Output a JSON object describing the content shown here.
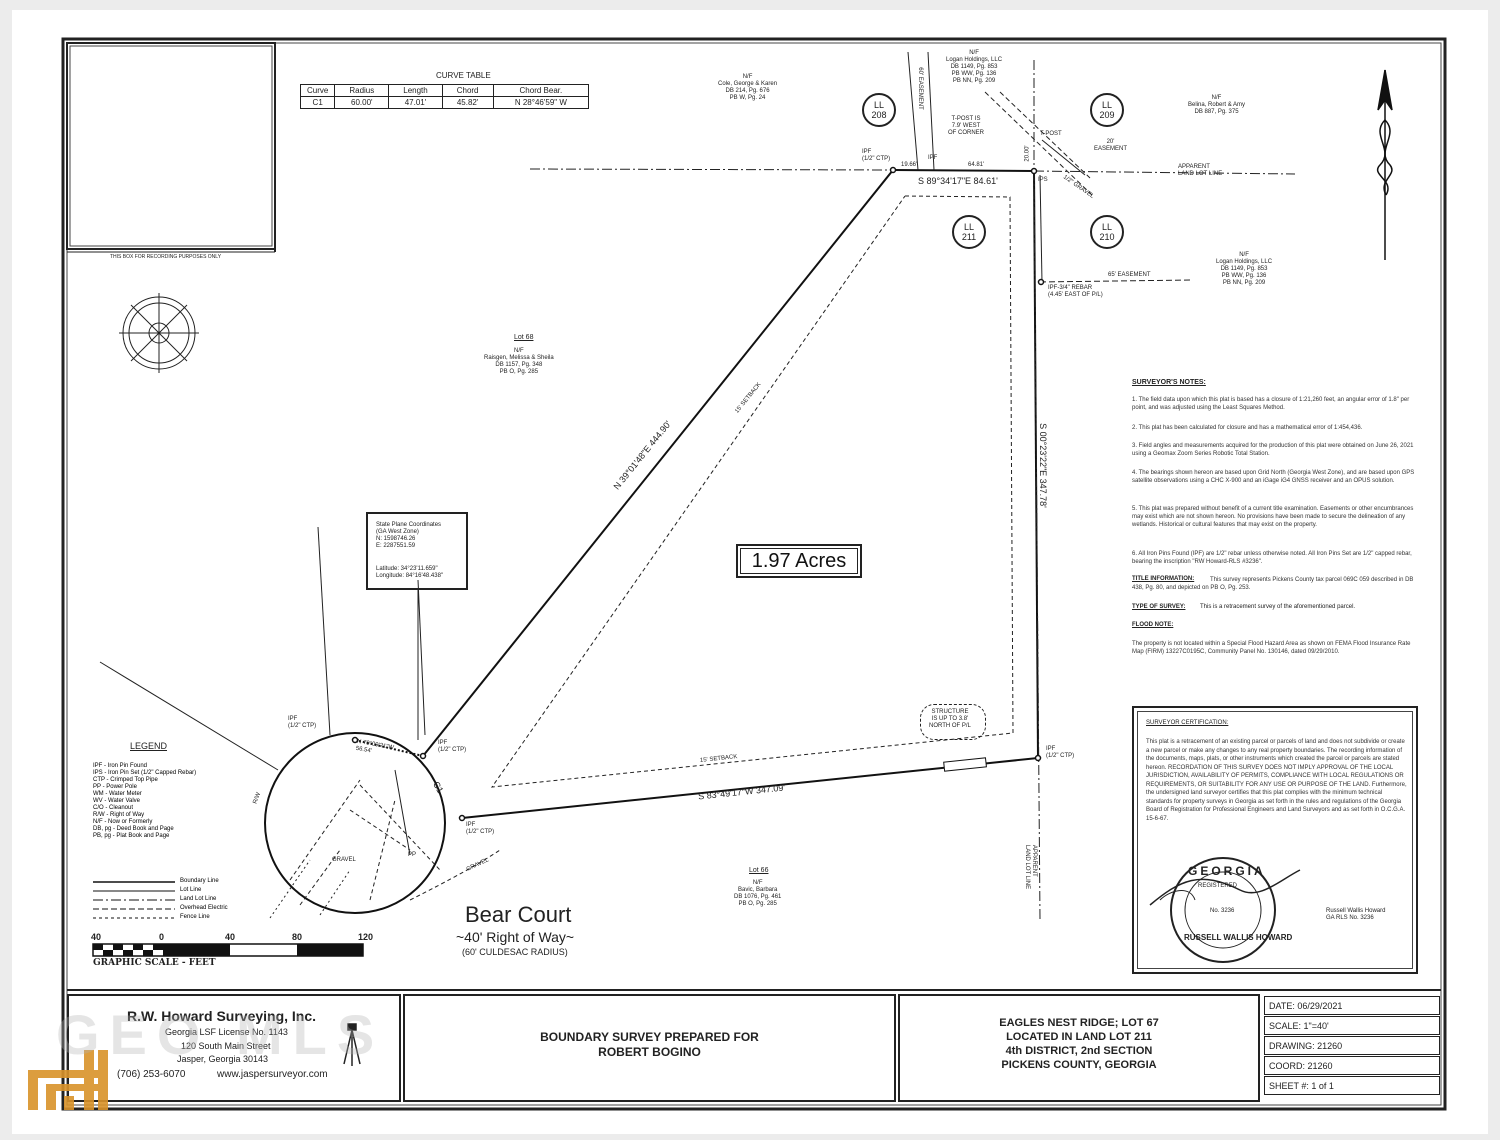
{
  "recording_box_caption": "THIS BOX FOR RECORDING PURPOSES ONLY",
  "curve_table": {
    "title": "CURVE TABLE",
    "headers": [
      "Curve",
      "Radius",
      "Length",
      "Chord",
      "Chord Bear."
    ],
    "row": [
      "C1",
      "60.00'",
      "47.01'",
      "45.82'",
      "N 28°46'59\" W"
    ]
  },
  "land_lots": {
    "ll208": "LL\n208",
    "ll209": "LL\n209",
    "ll211": "LL\n211",
    "ll210": "LL\n210"
  },
  "owners": {
    "cole": "N/F\nCole, George & Karen\nDB 214, Pg. 676\nPB W, Pg. 24",
    "logan_top": "N/F\nLogan Holdings, LLC\nDB 1149, Pg. 853\nPB WW, Pg. 136\nPB NN, Pg. 209",
    "belina": "N/F\nBelina, Robert & Amy\nDB 887, Pg. 375",
    "logan_right": "N/F\nLogan Holdings, LLC\nDB 1149, Pg. 853\nPB WW, Pg. 136\nPB NN, Pg. 209",
    "lot68": "Lot 68",
    "raisgen": "N/F\nRaisgen, Melissa & Sheila\nDB 1157, Pg. 348\nPB O, Pg. 285",
    "lot66": "Lot 66",
    "bavic": "N/F\nBavic, Barbara\nDB 1076, Pg. 461\nPB O, Pg. 285"
  },
  "bearings": {
    "north_line": "S 89°34'17\"E 84.61'",
    "east_line": "S 00°23'22\"E 347.78'",
    "south_line": "S 83°49'17\"W 347.09'",
    "west_line": "N 39°01'48\"E 444.90'",
    "short_line": "N 79°09'21\"W\n56.54'",
    "dist_1966": "19.66'",
    "dist_6481": "64.81'",
    "dist_2000": "20.00'"
  },
  "labels": {
    "tpost_note": "T-POST IS\n7.9' WEST\nOF CORNER",
    "tpost": "T-POST",
    "easement_20": "20'\nEASEMENT",
    "apparent_lll_top": "APPARENT\nLAND LOT LINE",
    "gravel_top": "1/2\" GRAVEL",
    "easement_60": "60' EASEMENT",
    "easement_65": "65' EASEMENT",
    "rebar": "IPF-3/4\" REBAR\n(4.45' EAST OF P/L)",
    "ipf_ctp": "IPF\n(1/2\" CTP)",
    "ipf": "IPF",
    "ips": "IPS",
    "setback_15a": "15' SETBACK",
    "setback_15b": "15' SETBACK",
    "structure": "STRUCTURE\nIS UP TO 3.8'\nNORTH OF P/L",
    "apparent_lll_right": "APPARENT\nLAND LOT LINE",
    "c1": "C1",
    "rw": "R/W",
    "gravel": "GRAVEL",
    "gravel2": "GRAVEL",
    "pp": "PP"
  },
  "state_plane": {
    "lines": "State Plane Coordinates\n(GA West Zone)\nN: 1598746.26\nE: 2287551.59",
    "latlon": "Latitude: 34°23'11.659\"\nLongitude: 84°16'48.438\""
  },
  "acres": "1.97 Acres",
  "road": {
    "name": "Bear Court",
    "row": "~40' Right of Way~",
    "radius": "(60' CULDESAC RADIUS)"
  },
  "legend": {
    "title": "LEGEND",
    "items": [
      "IPF - Iron Pin Found",
      "IPS - Iron Pin Set (1/2\" Capped Rebar)",
      "CTP - Crimped Top Pipe",
      "PP - Power Pole",
      "WM - Water Meter",
      "WV - Water Valve",
      "C/O - Cleanout",
      "R/W - Right of Way",
      "N/F - Now or Formerly",
      "DB, pg - Deed Book and Page",
      "PB, pg - Plat Book and Page"
    ],
    "lines": [
      "Boundary Line",
      "Lot Line",
      "Land Lot Line",
      "Overhead Electric",
      "Fence Line"
    ]
  },
  "scale_bar": {
    "ticks": [
      "40",
      "0",
      "40",
      "80",
      "120"
    ],
    "caption": "GRAPHIC SCALE - FEET"
  },
  "notes": {
    "heading": "SURVEYOR'S NOTES:",
    "n1": "1. The field data upon which this plat is based has a closure of 1:21,260 feet, an angular error of 1.8\" per point, and was adjusted using the Least Squares Method.",
    "n2": "2. This plat has been calculated for closure and has a mathematical error of 1:454,436.",
    "n3": "3. Field angles and measurements acquired for the production of this plat were obtained on June 26, 2021 using a Geomax Zoom Series Robotic Total Station.",
    "n4": "4. The bearings shown hereon are based upon Grid North (Georgia West Zone), and are based upon GPS satellite observations using a CHC X-900 and an iGage iG4 GNSS receiver and an OPUS solution.",
    "n5": "5. This plat was prepared without benefit of a current title examination. Easements or other encumbrances may exist which are not shown hereon. No provisions have been made to secure the delineation of any wetlands. Historical or cultural features that may exist on the property.",
    "n6": "6. All Iron Pins Found (IPF) are 1/2\" rebar unless otherwise noted. All Iron Pins Set are 1/2\" capped rebar, bearing the inscription \"RW Howard-RLS #3236\".",
    "title_info_label": "TITLE INFORMATION:",
    "title_info": "This survey represents Pickens County tax parcel 069C 059 described in DB 438, Pg. 80, and depicted on PB O, Pg. 253.",
    "type_label": "TYPE OF SURVEY:",
    "type": "This is a retracement survey of the aforementioned parcel.",
    "flood_label": "FLOOD NOTE:",
    "flood": "The property is not located within a Special Flood Hazard Area as shown on FEMA Flood Insurance Rate Map (FIRM) 13227C0195C, Community Panel No. 130146, dated 09/29/2010."
  },
  "certification": {
    "heading": "SURVEYOR CERTIFICATION:",
    "text": "This plat is a retracement of an existing parcel or parcels of land and does not subdivide or create a new parcel or make any changes to any real property boundaries. The recording information of the documents, maps, plats, or other instruments which created the parcel or parcels are stated hereon. RECORDATION OF THIS SURVEY DOES NOT IMPLY APPROVAL OF THE LOCAL JURISDICTION, AVAILABILITY OF PERMITS, COMPLIANCE WITH LOCAL REGULATIONS OR REQUIREMENTS, OR SUITABILITY FOR ANY USE OR PURPOSE OF THE LAND. Furthermore, the undersigned land surveyor certifies that this plat complies with the minimum technical standards for property surveys in Georgia as set forth in the rules and regulations of the Georgia Board of Registration for Professional Engineers and Land Surveyors and as set forth in O.C.G.A. 15-6-67.",
    "signer": "Russell Wallis Howard\nGA RLS No. 3236",
    "seal_top": "GEORGIA",
    "seal_mid": "REGISTERED",
    "seal_no": "No. 3236",
    "seal_bottom": "RUSSELL WALLIS HOWARD"
  },
  "title_block": {
    "company": "R.W. Howard Surveying, Inc.",
    "license": "Georgia LSF License No. 1143",
    "address1": "120 South Main Street",
    "address2": "Jasper, Georgia  30143",
    "phone": "(706) 253-6070",
    "website": "www.jaspersurveyor.com",
    "prepared_for_1": "BOUNDARY SURVEY PREPARED FOR",
    "prepared_for_2": "ROBERT BOGINO",
    "loc1": "EAGLES NEST RIDGE; LOT 67",
    "loc2": "LOCATED IN LAND LOT 211",
    "loc3": "4th DISTRICT, 2nd SECTION",
    "loc4": "PICKENS COUNTY, GEORGIA",
    "date": "DATE: 06/29/2021",
    "scale": "SCALE: 1\"=40'",
    "drawing": "DRAWING: 21260",
    "coord": "COORD: 21260",
    "sheet": "SHEET #: 1 of 1"
  },
  "watermark": "GEO MLS",
  "colors": {
    "ink": "#222222",
    "watermark": "#d9932a",
    "paper": "#ffffff"
  }
}
